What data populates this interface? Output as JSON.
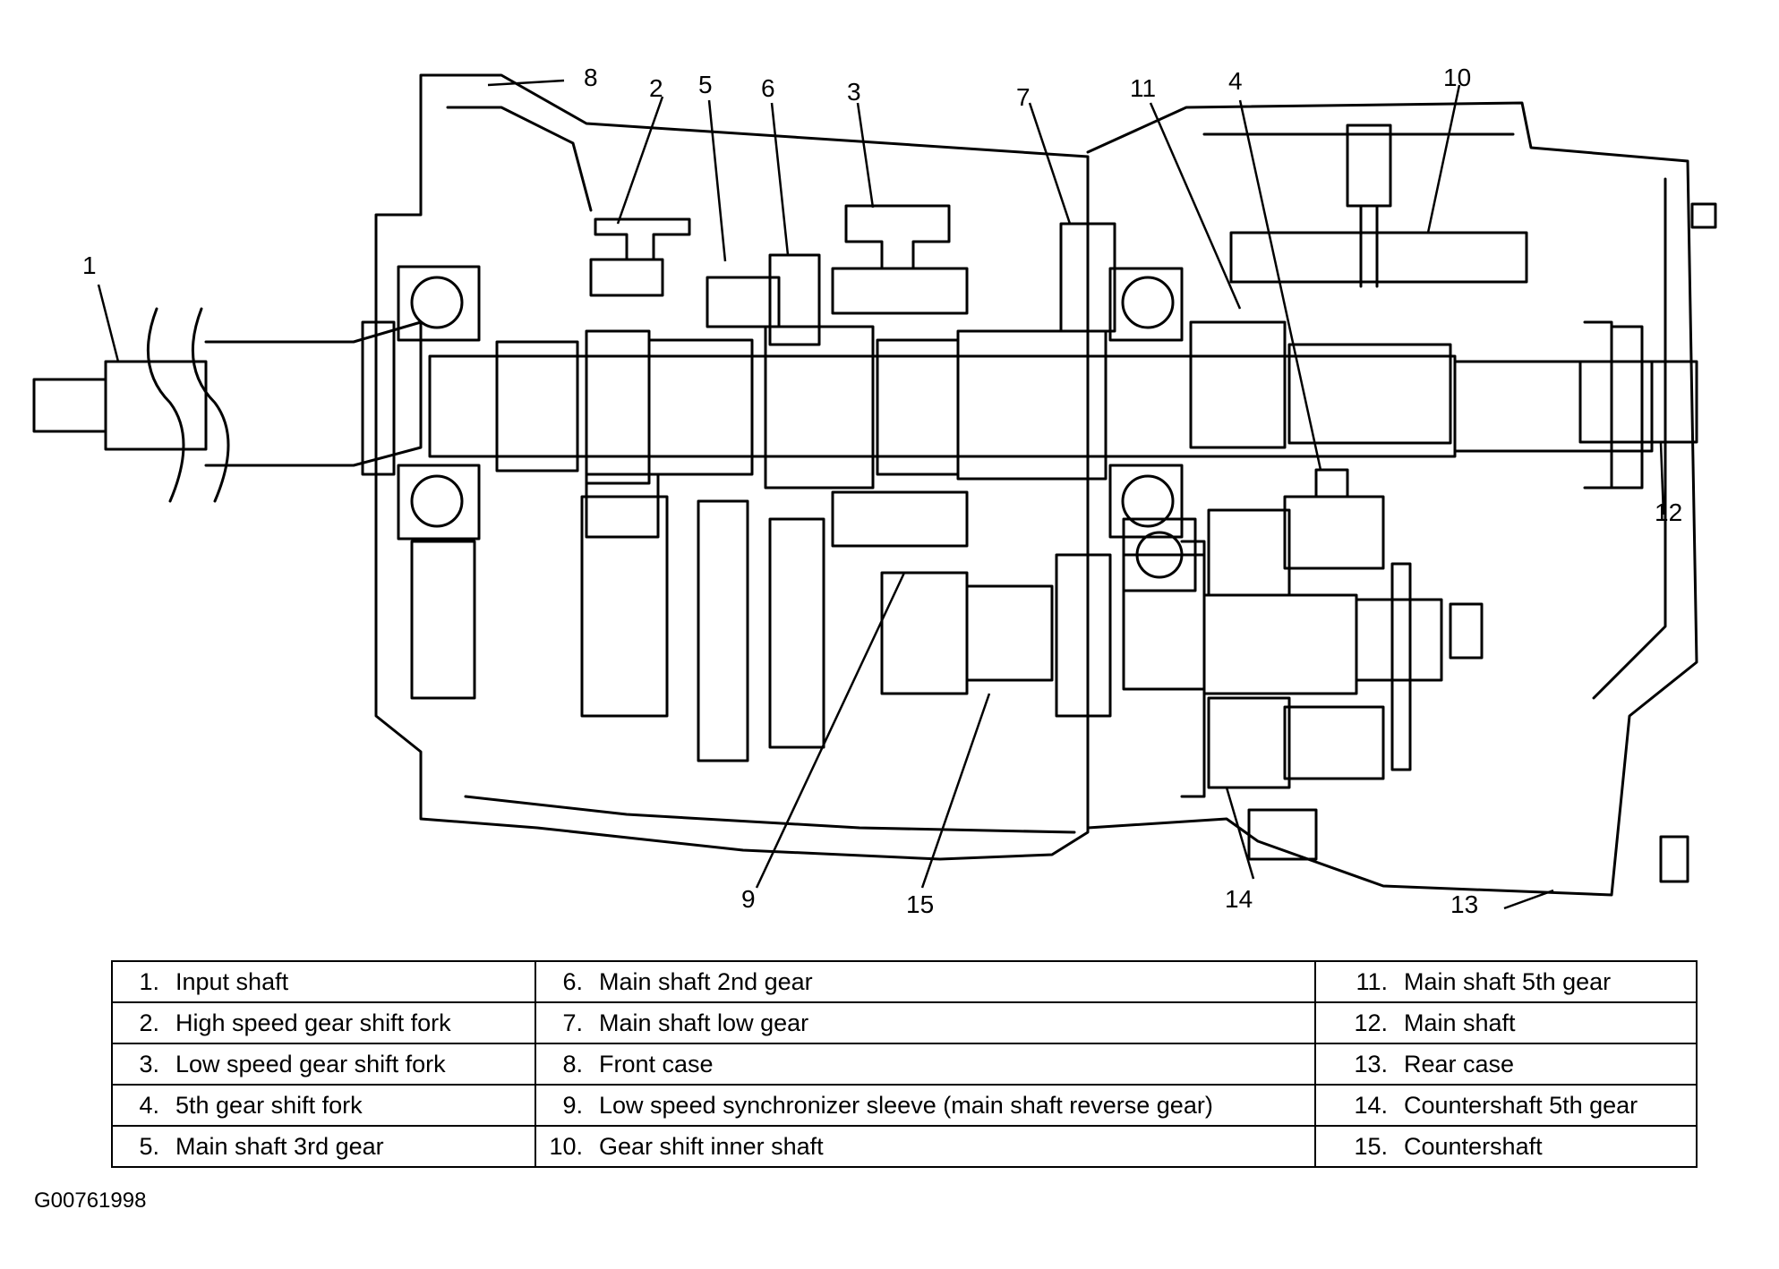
{
  "callouts": [
    "1",
    "2",
    "3",
    "4",
    "5",
    "6",
    "7",
    "8",
    "9",
    "10",
    "11",
    "12",
    "13",
    "14",
    "15"
  ],
  "legend": [
    {
      "num": "1.",
      "label": "Input shaft"
    },
    {
      "num": "2.",
      "label": "High speed gear shift fork"
    },
    {
      "num": "3.",
      "label": "Low speed gear shift fork"
    },
    {
      "num": "4.",
      "label": "5th gear shift fork"
    },
    {
      "num": "5.",
      "label": "Main shaft 3rd gear"
    },
    {
      "num": "6.",
      "label": "Main shaft 2nd gear"
    },
    {
      "num": "7.",
      "label": "Main shaft low gear"
    },
    {
      "num": "8.",
      "label": "Front case"
    },
    {
      "num": "9.",
      "label": "Low speed synchronizer sleeve (main shaft reverse gear)"
    },
    {
      "num": "10.",
      "label": "Gear shift inner shaft"
    },
    {
      "num": "11.",
      "label": "Main shaft 5th gear"
    },
    {
      "num": "12.",
      "label": "Main shaft"
    },
    {
      "num": "13.",
      "label": "Rear case"
    },
    {
      "num": "14.",
      "label": "Countershaft 5th gear"
    },
    {
      "num": "15.",
      "label": "Countershaft"
    }
  ],
  "figure_id": "G00761998"
}
